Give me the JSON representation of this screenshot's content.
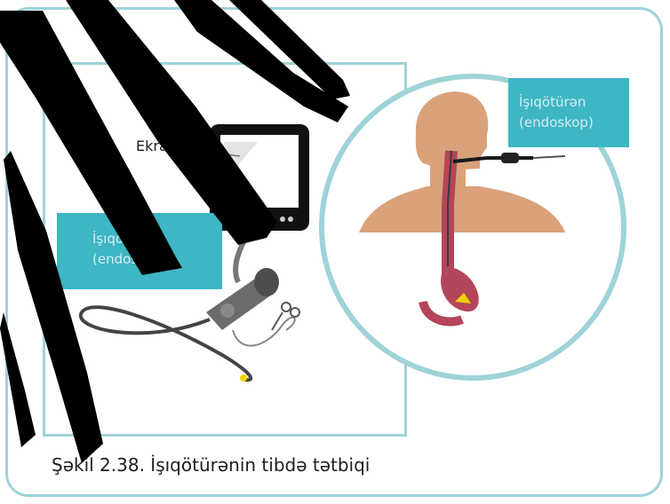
{
  "labels": {
    "screen": "Ekran",
    "endoscope_left_line1": "İşıqötürən",
    "endoscope_left_line2": "(endoskop)",
    "endoscope_right_line1": "İşıqötürən",
    "endoscope_right_line2": "(endoskop)"
  },
  "caption": "Şəkil 2.38. İşıqötürənin tibdə tətbiqi",
  "colors": {
    "frame_border": "#9ed3d8",
    "callout": "#3fb6c4",
    "skin": "#d9a27a",
    "esophagus": "#b5455a",
    "stripe": "#000000"
  }
}
